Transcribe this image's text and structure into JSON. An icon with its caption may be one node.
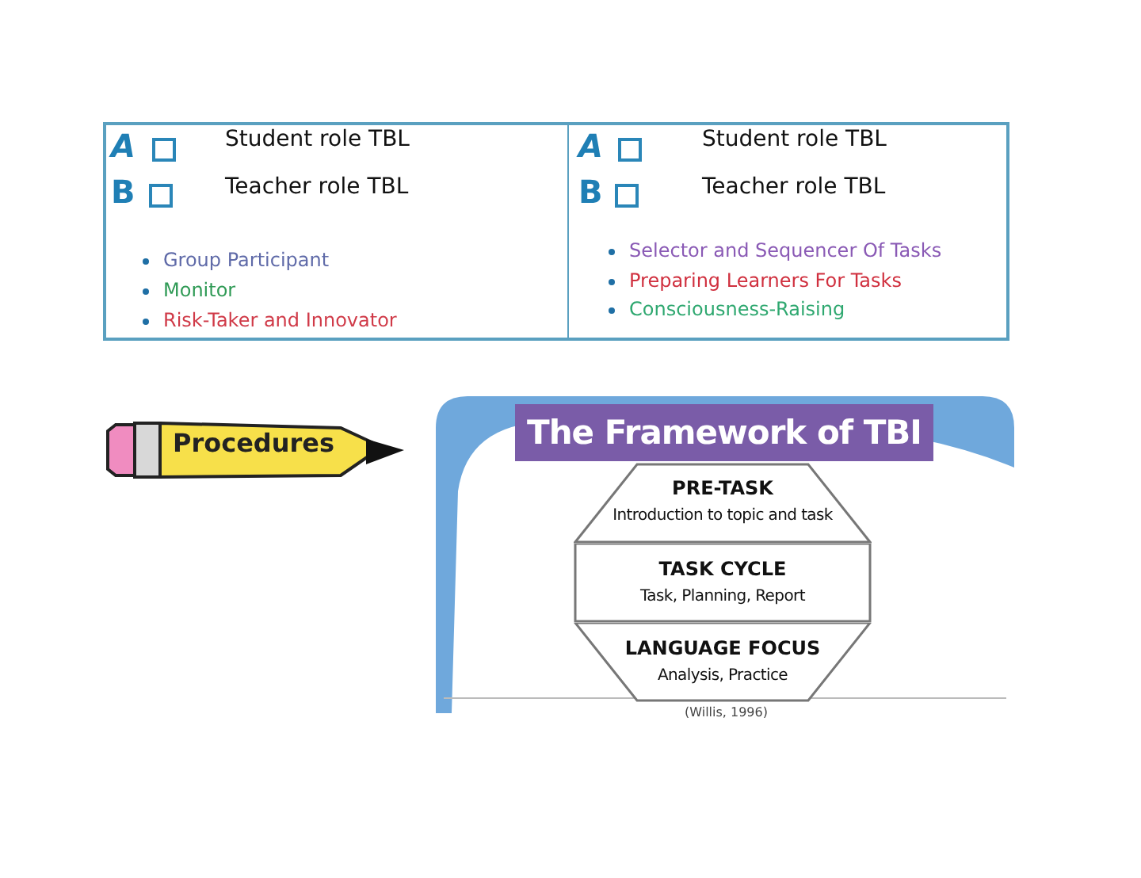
{
  "diagram": {
    "nodes": [
      {
        "text": [
          "Procedures"
        ]
      },
      {
        "text": [
          "The Framework of TBI"
        ]
      },
      {
        "text": [
          "PRE-TASK",
          "Introduction to topic and task"
        ]
      },
      {
        "text": [
          "TASK CYCLE",
          "Task, Planning, Report"
        ]
      },
      {
        "text": [
          "LANGUAGE FOCUS",
          "Analysis, Practice"
        ]
      }
    ],
    "labels": [
      "A",
      "Student role TBL",
      "B",
      "Teacher role TBL",
      "Group Participant",
      "Monitor",
      "Risk-Taker and Innovator",
      "A",
      "Student role TBL",
      "B",
      "Teacher role TBL",
      "Selector and Sequencer Of Tasks",
      "Preparing Learners For Tasks",
      "Consciousness-Raising",
      "(Willis, 1996)"
    ]
  }
}
